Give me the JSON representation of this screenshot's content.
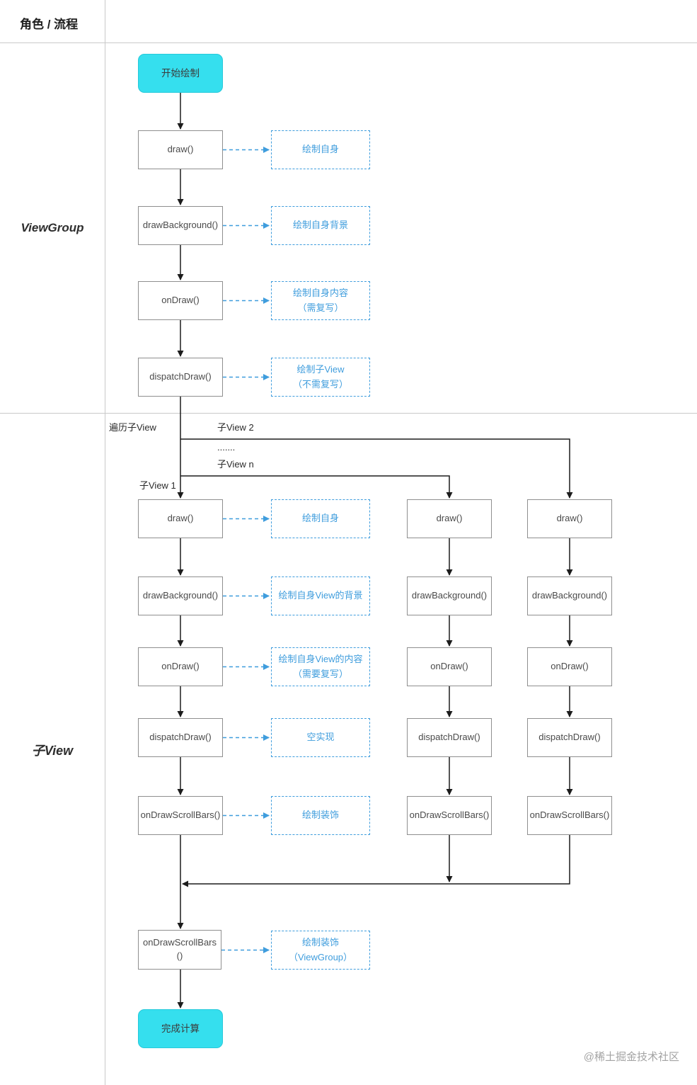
{
  "grid": {
    "corner": "角色 / 流程",
    "row1": "ViewGroup",
    "row2": "子View"
  },
  "start": {
    "label": "开始绘制"
  },
  "end": {
    "label": "完成计算"
  },
  "vg_steps": [
    {
      "label": "draw()",
      "note": "绘制自身"
    },
    {
      "label": "drawBackground()",
      "note": "绘制自身背景"
    },
    {
      "label": "onDraw()",
      "note": "绘制自身内容\n（需复写）"
    },
    {
      "label": "dispatchDraw()",
      "note": "绘制子View\n（不需复写）"
    }
  ],
  "branch": {
    "iterate": "遍历子View",
    "v2": "子View 2",
    "dots": ".......",
    "vn": "子View n",
    "v1": "子View 1"
  },
  "c1_steps": [
    {
      "label": "draw()",
      "note": "绘制自身"
    },
    {
      "label": "drawBackground()",
      "note": "绘制自身View的背景"
    },
    {
      "label": "onDraw()",
      "note": "绘制自身View的内容\n（需要复写）"
    },
    {
      "label": "dispatchDraw()",
      "note": "空实现"
    },
    {
      "label": "onDrawScrollBars()",
      "note": "绘制装饰"
    }
  ],
  "c2_steps": [
    "draw()",
    "drawBackground()",
    "onDraw()",
    "dispatchDraw()",
    "onDrawScrollBars()"
  ],
  "c3_steps": [
    "draw()",
    "drawBackground()",
    "onDraw()",
    "dispatchDraw()",
    "onDrawScrollBars()"
  ],
  "final_step": {
    "label": "onDrawScrollBars\n()",
    "note": "绘制装饰\n（ViewGroup）"
  },
  "watermark": "@稀土掘金技术社区",
  "colors": {
    "accent_cyan": "#35dfee",
    "note_blue": "#3f9ddd",
    "arrow_black": "#1c1c1c",
    "grid_gray": "#c9c9c9",
    "box_border": "#8f8f8f"
  }
}
